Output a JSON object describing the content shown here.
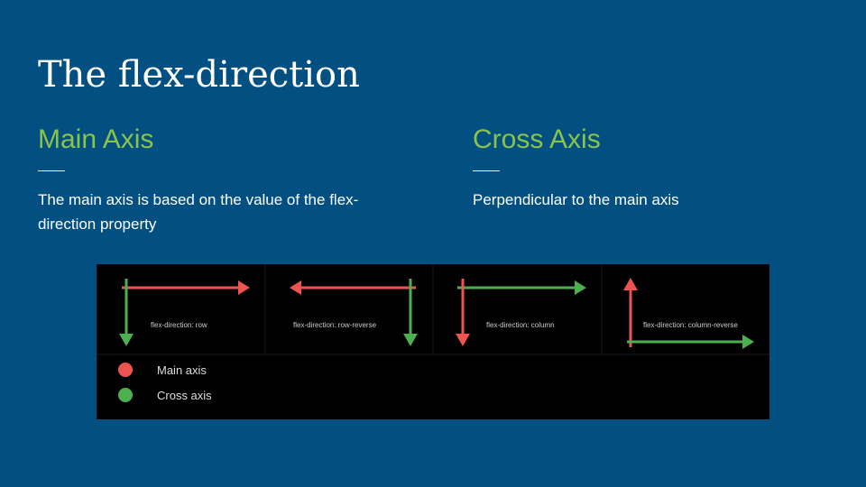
{
  "slide": {
    "title": "The flex-direction"
  },
  "main_axis": {
    "heading": "Main Axis",
    "body": "The main axis is based on the value of the flex-direction property"
  },
  "cross_axis": {
    "heading": "Cross Axis",
    "body": "Perpendicular to the main axis"
  },
  "diagram": {
    "panels": [
      {
        "label": "flex-direction: row"
      },
      {
        "label": "flex-direction: row-reverse"
      },
      {
        "label": "flex-direction: column"
      },
      {
        "label": "flex-direction: column-reverse"
      }
    ],
    "legend": [
      {
        "label": "Main axis",
        "color": "#ef5350"
      },
      {
        "label": "Cross axis",
        "color": "#4caf50"
      }
    ]
  }
}
